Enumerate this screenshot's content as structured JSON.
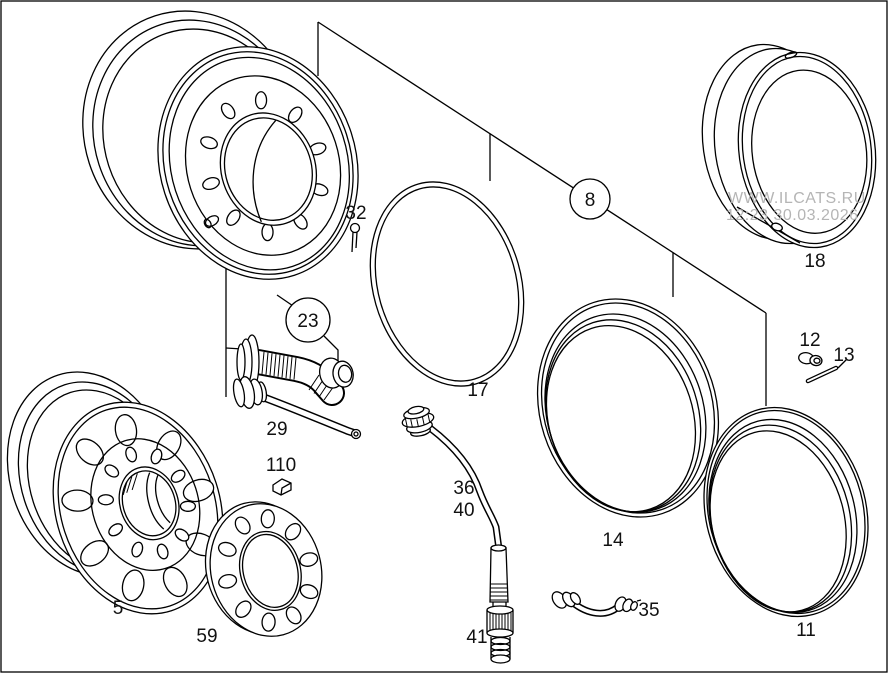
{
  "watermark": {
    "line1": "WWW.ILCATS.RU",
    "line2": "12:23 30.03.2026"
  },
  "labels": {
    "l5": "5",
    "l8": "8",
    "l11": "11",
    "l12": "12",
    "l13": "13",
    "l14": "14",
    "l17": "17",
    "l18": "18",
    "l23": "23",
    "l29": "29",
    "l32": "32",
    "l35": "35",
    "l36": "36",
    "l40": "40",
    "l41": "41",
    "l59": "59",
    "l110": "110"
  },
  "colors": {
    "line": "#000000",
    "watermark": "#b5b5b5",
    "background": "#ffffff"
  }
}
